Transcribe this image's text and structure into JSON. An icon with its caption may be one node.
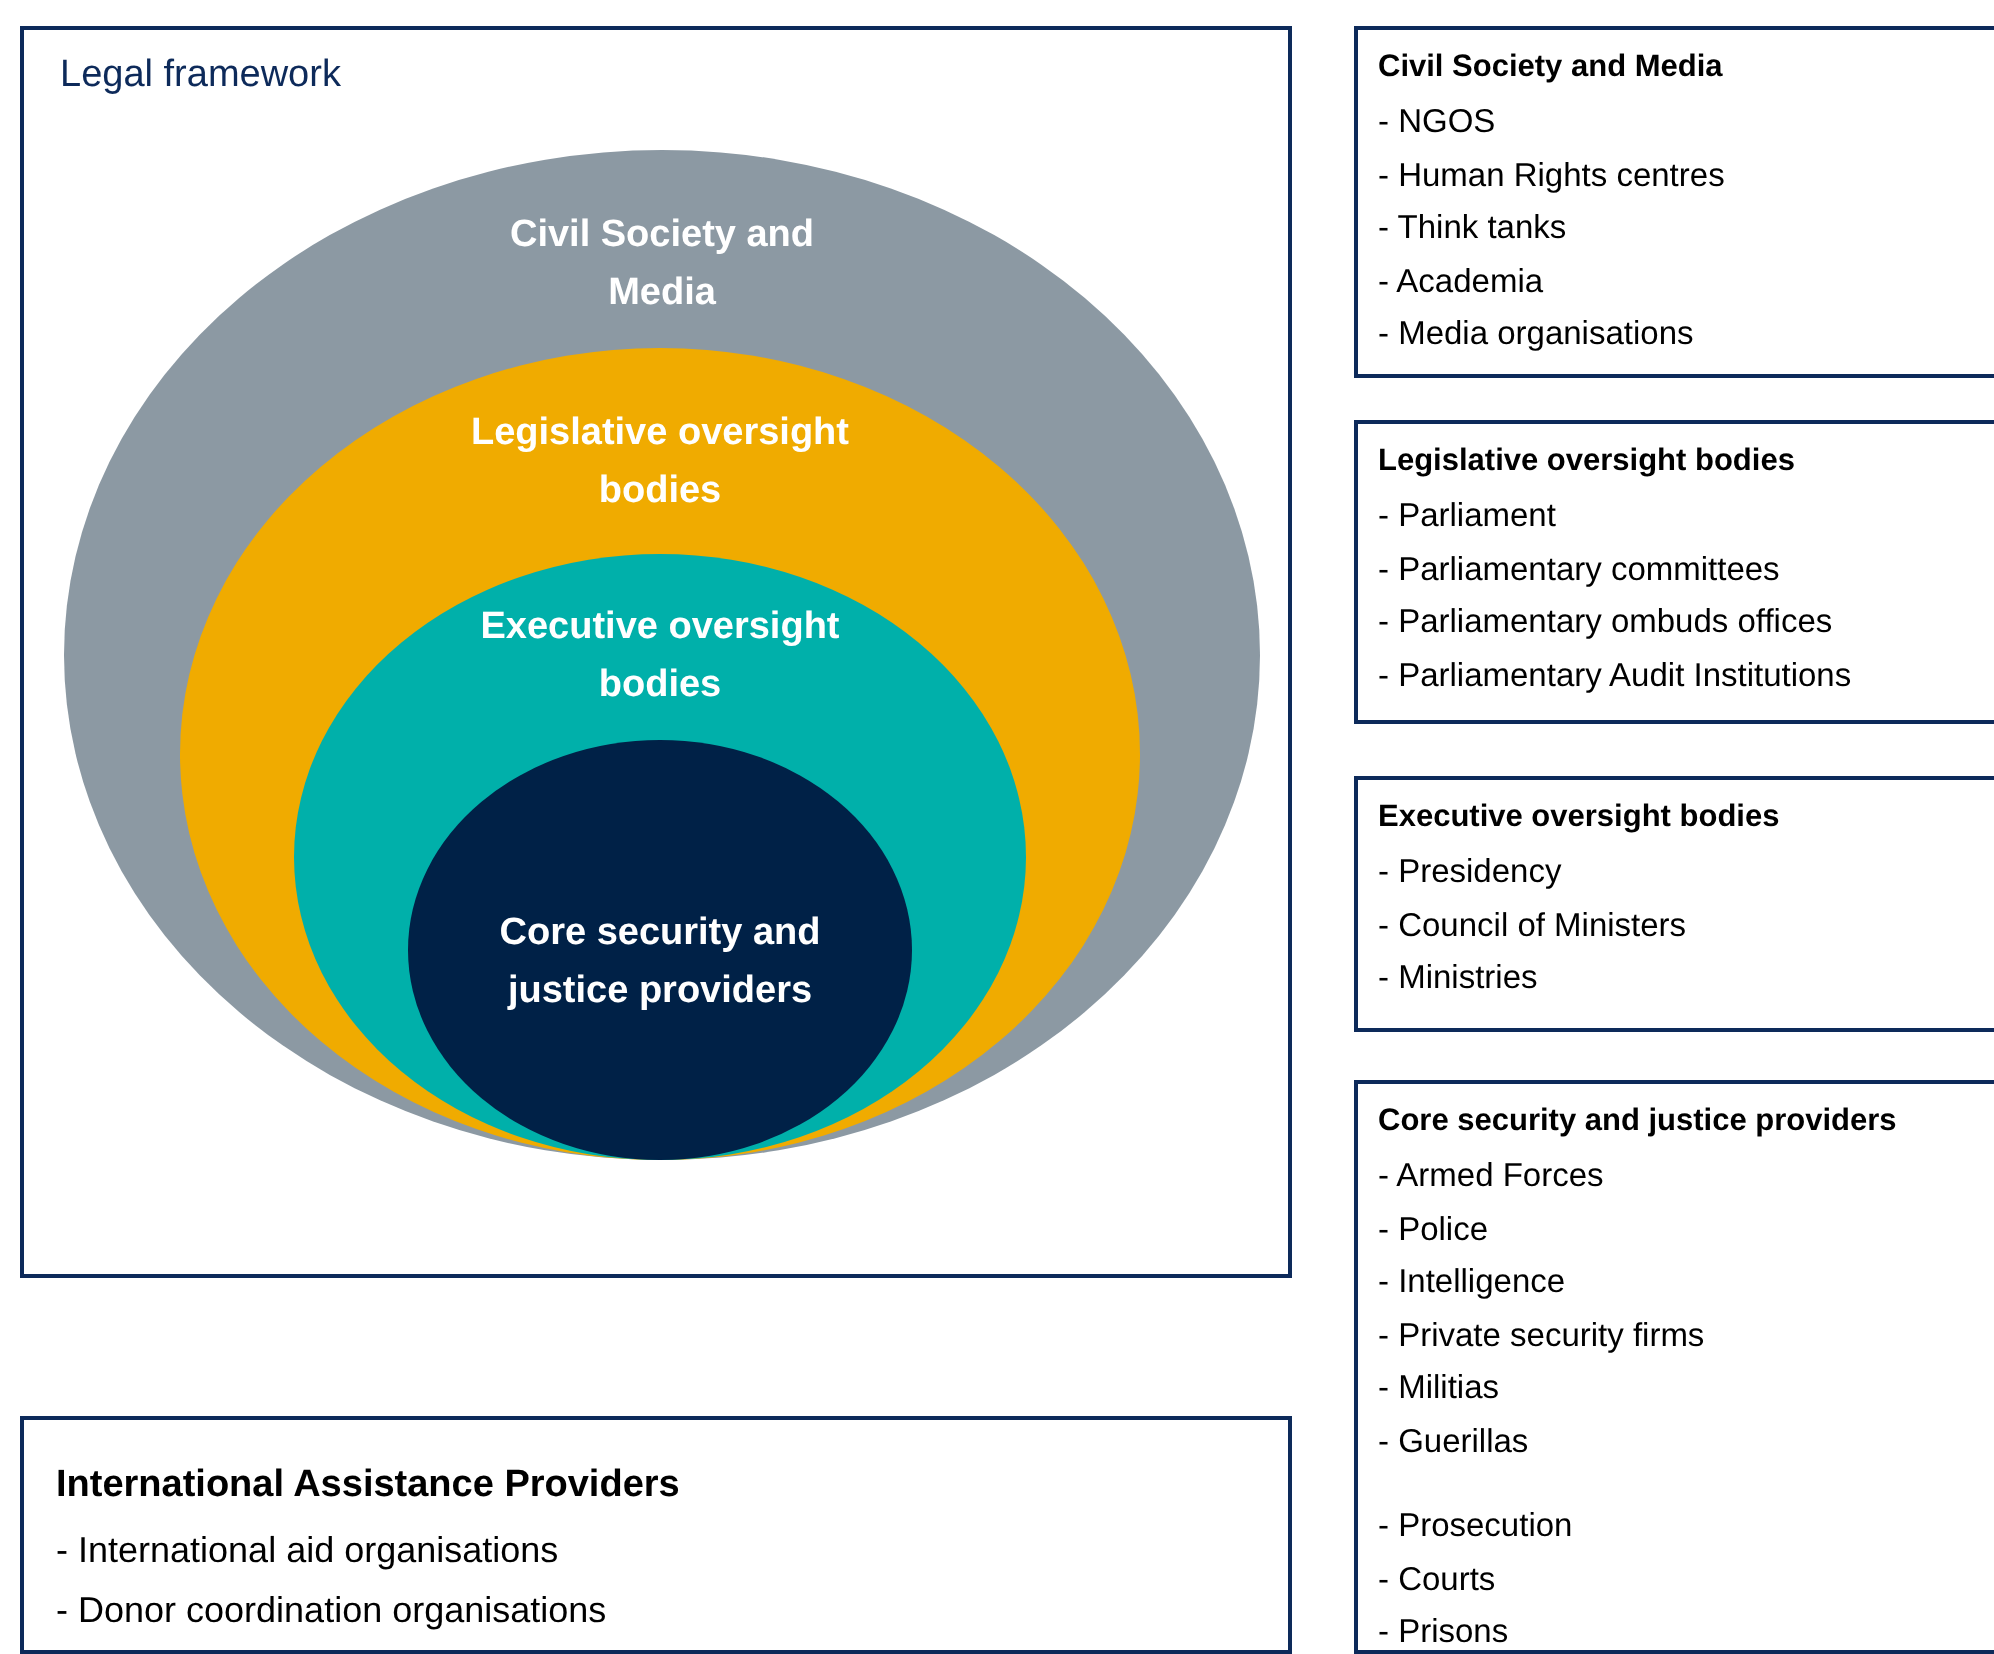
{
  "diagram": {
    "nodes": [
      {
        "text": [
          "Legal framework"
        ]
      },
      {
        "text": [
          "Civil Society and Media"
        ],
        "in": 0
      },
      {
        "text": [
          "Legislative oversight bodies"
        ],
        "in": 1
      },
      {
        "text": [
          "Executive oversight bodies"
        ],
        "in": 2
      },
      {
        "text": [
          "Core security and justice providers"
        ],
        "in": 3
      },
      {
        "text": [
          "Civil Society and Media",
          "- NGOS",
          "- Human Rights centres",
          "- Think tanks",
          "- Academia",
          "- Media organisations"
        ]
      },
      {
        "text": [
          "Legislative oversight bodies",
          "- Parliament",
          "- Parliamentary committees",
          "- Parliamentary ombuds offices",
          "- Parliamentary Audit Institutions"
        ]
      },
      {
        "text": [
          "Executive oversight bodies",
          "- Presidency",
          "- Council of Ministers",
          "- Ministries"
        ]
      },
      {
        "text": [
          "Core security and justice providers",
          "- Armed Forces",
          "- Police",
          "- Intelligence",
          "- Private security firms",
          "- Militias",
          "- Guerillas",
          "- Prosecution",
          "- Courts",
          "- Prisons"
        ]
      },
      {
        "text": [
          "International Assistance Providers",
          "- International aid organisations",
          "- Donor coordination organisations"
        ]
      }
    ]
  }
}
